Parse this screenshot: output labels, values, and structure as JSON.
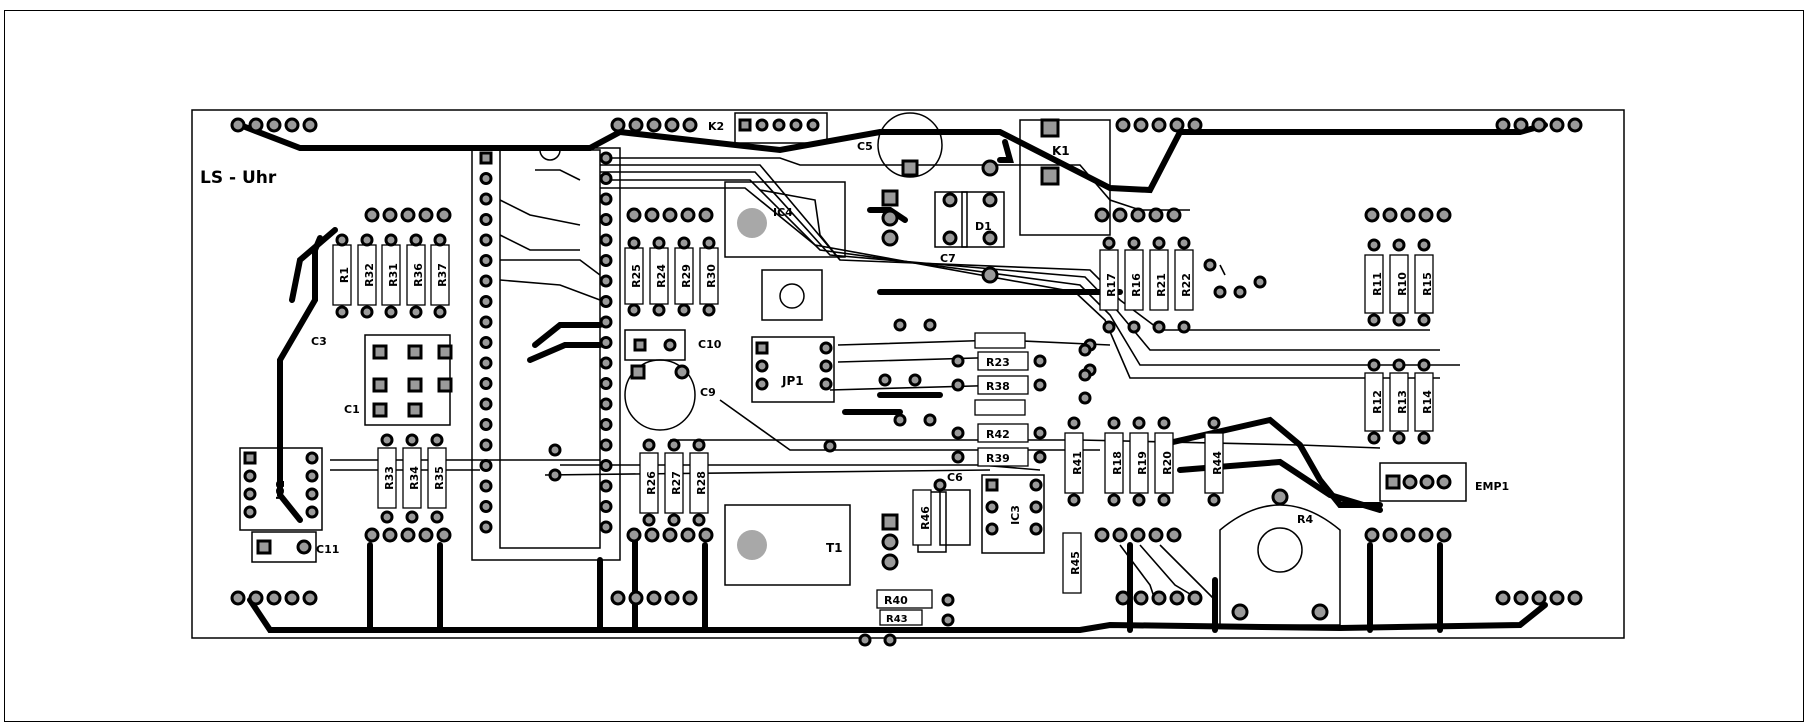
{
  "board": {
    "title": "LS - Uhr",
    "colors": {
      "trace": "#000000",
      "pad_fill": "#9a9a9a",
      "pad_ring": "#000000",
      "background": "#ffffff",
      "mount_hole": "#a8a8a8"
    }
  },
  "labels": {
    "K2": "K2",
    "C5": "C5",
    "K1": "K1",
    "IC4": "IC4",
    "D1": "D1",
    "C7": "C7",
    "R1": "R1",
    "R32": "R32",
    "R31": "R31",
    "R36": "R36",
    "R37": "R37",
    "R25": "R25",
    "R24": "R24",
    "R29": "R29",
    "R30": "R30",
    "R17": "R17",
    "R16": "R16",
    "R21": "R21",
    "R22": "R22",
    "R11": "R11",
    "R10": "R10",
    "R15": "R15",
    "C3": "C3",
    "C1": "C1",
    "C10": "C10",
    "C9": "C9",
    "JP1": "JP1",
    "R23": "R23",
    "R38": "R38",
    "R42": "R42",
    "R39": "R39",
    "R12": "R12",
    "R13": "R13",
    "R14": "R14",
    "EMP1": "EMP1",
    "R33": "R33",
    "R34": "R34",
    "R35": "R35",
    "C11": "C11",
    "R26": "R26",
    "R27": "R27",
    "R28": "R28",
    "T1": "T1",
    "R46": "R46",
    "C6": "C6",
    "IC3": "IC3",
    "R41": "R41",
    "R18": "R18",
    "R19": "R19",
    "R20": "R20",
    "R44": "R44",
    "R45": "R45",
    "R4": "R4",
    "R40": "R40",
    "R43": "R43"
  }
}
